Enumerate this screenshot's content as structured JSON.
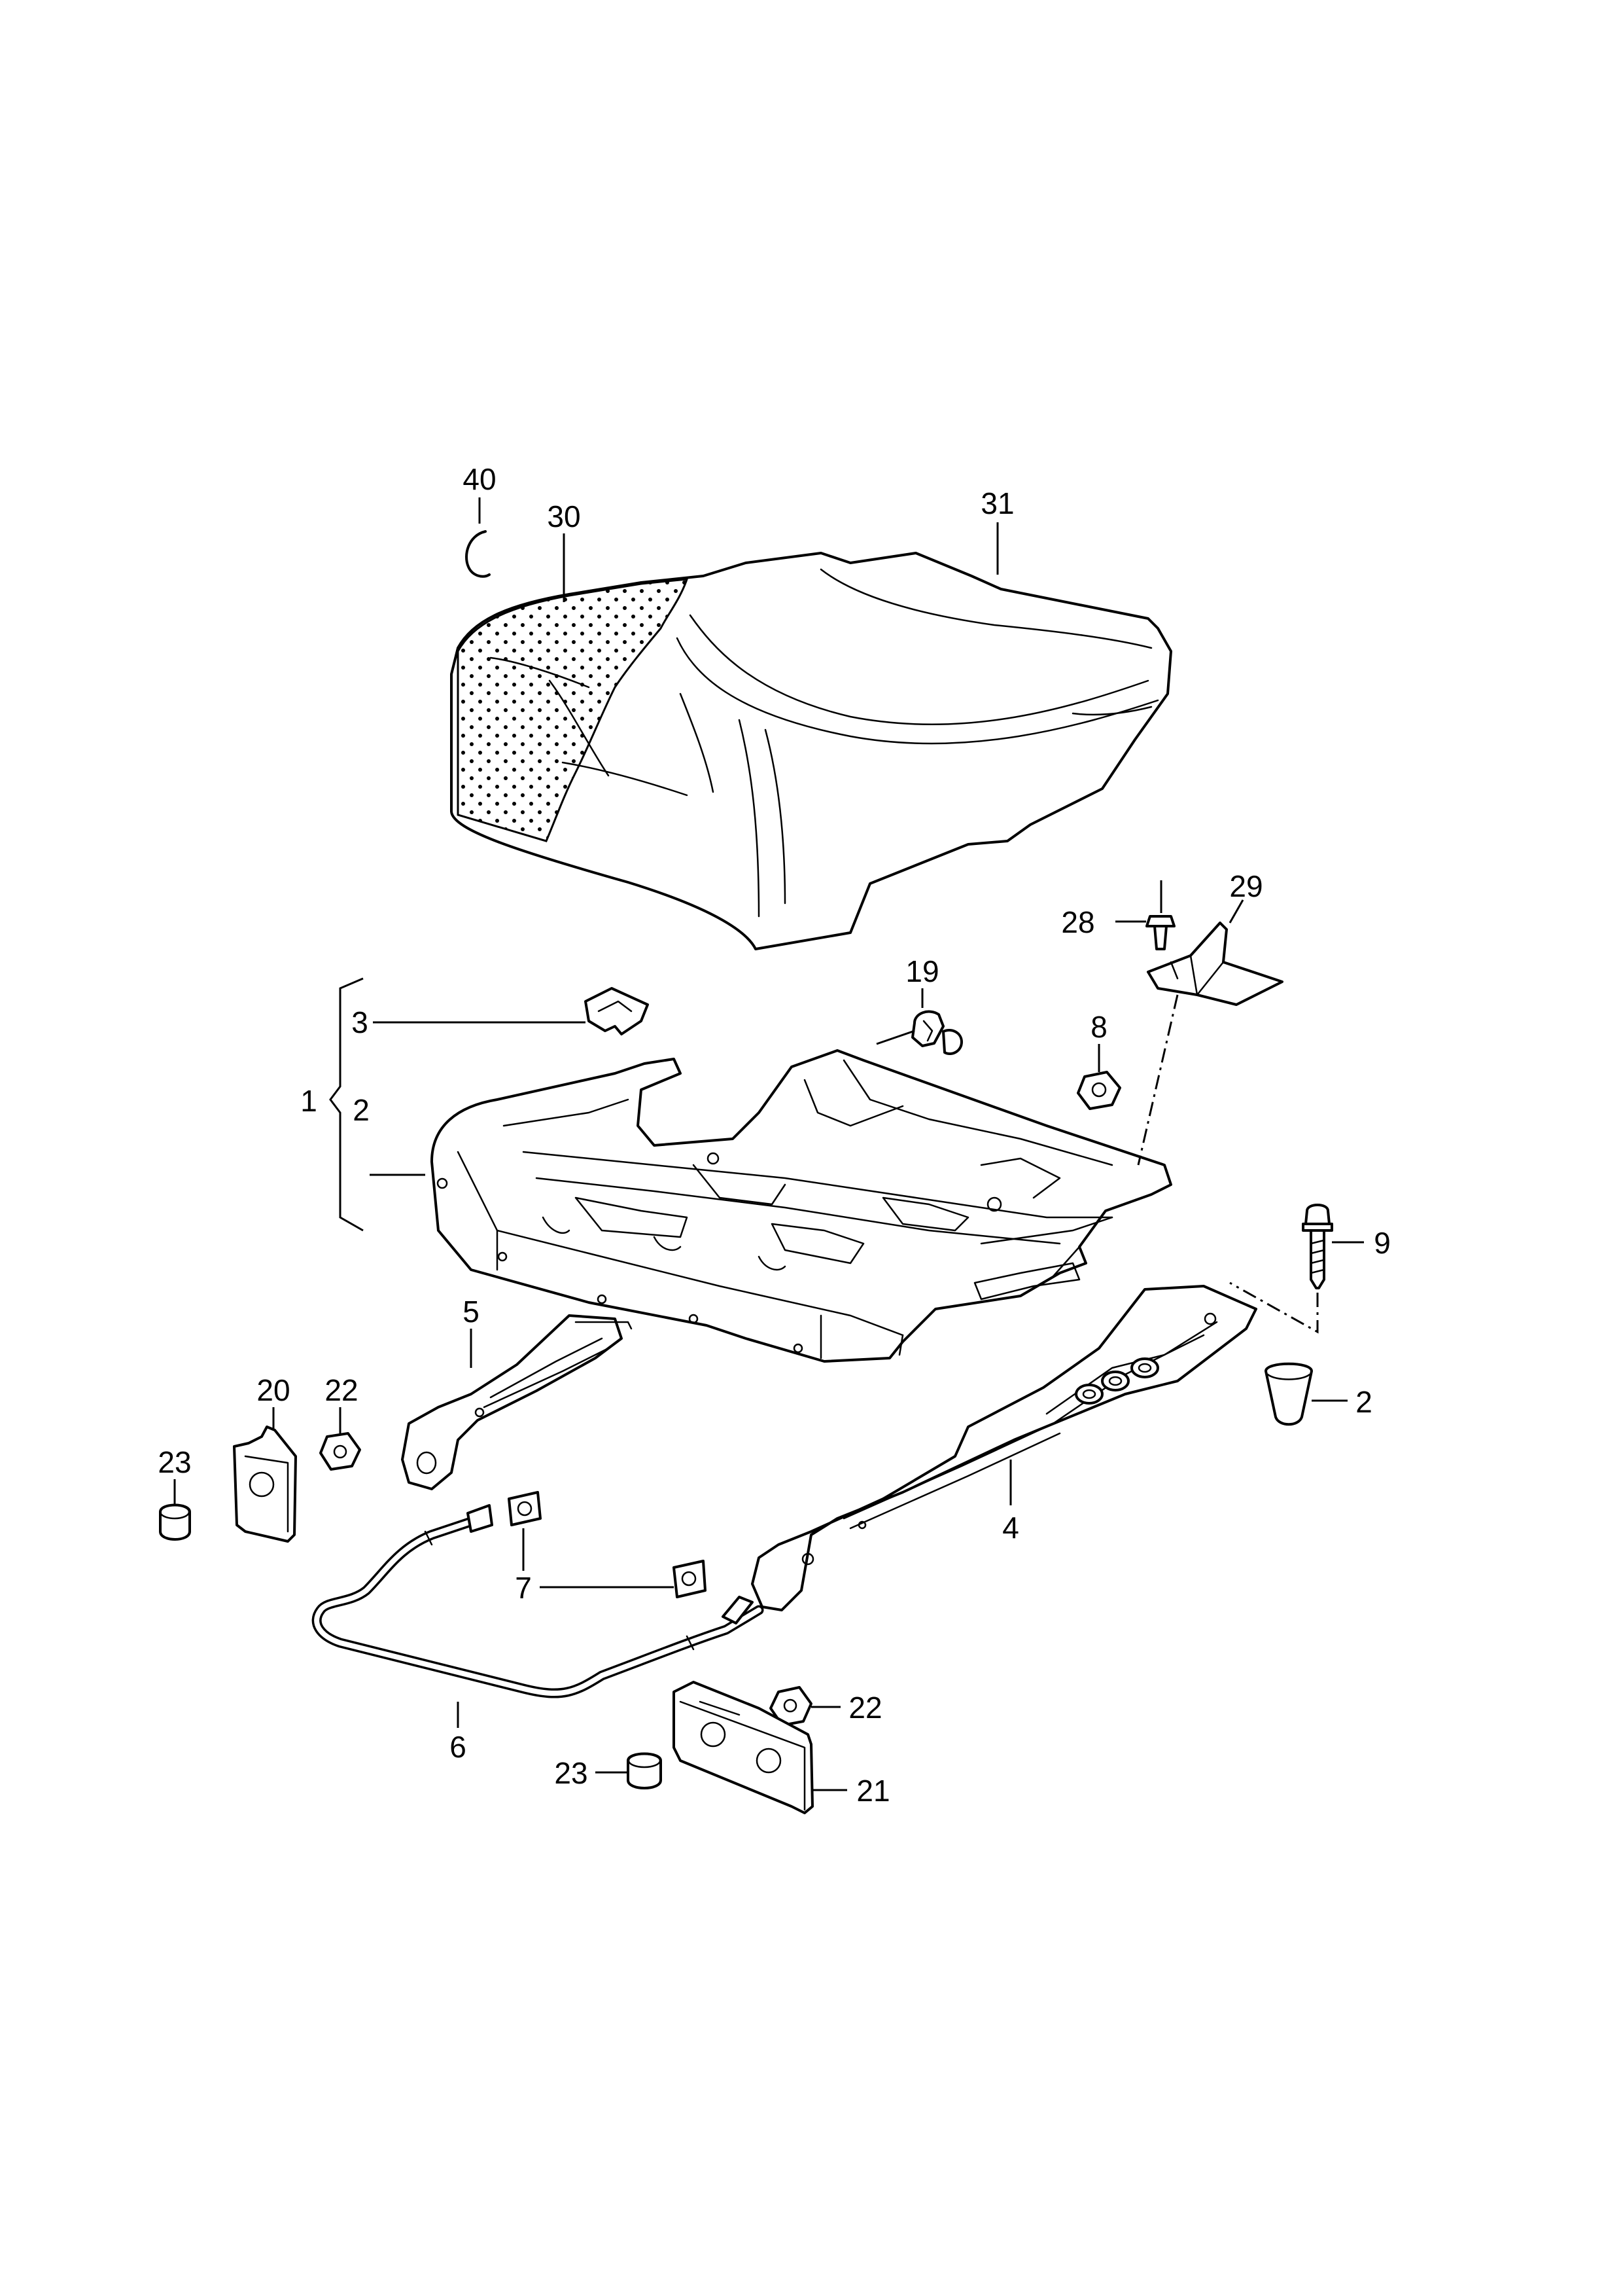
{
  "diagram": {
    "type": "exploded-parts-diagram",
    "callouts": [
      {
        "id": "c40",
        "label": "40"
      },
      {
        "id": "c30",
        "label": "30"
      },
      {
        "id": "c31",
        "label": "31"
      },
      {
        "id": "c29",
        "label": "29"
      },
      {
        "id": "c28",
        "label": "28"
      },
      {
        "id": "c19",
        "label": "19"
      },
      {
        "id": "c8",
        "label": "8"
      },
      {
        "id": "c3",
        "label": "3"
      },
      {
        "id": "c1",
        "label": "1"
      },
      {
        "id": "c2a",
        "label": "2"
      },
      {
        "id": "c9",
        "label": "9"
      },
      {
        "id": "c2b",
        "label": "2"
      },
      {
        "id": "c5",
        "label": "5"
      },
      {
        "id": "c20",
        "label": "20"
      },
      {
        "id": "c22a",
        "label": "22"
      },
      {
        "id": "c23a",
        "label": "23"
      },
      {
        "id": "c4",
        "label": "4"
      },
      {
        "id": "c7",
        "label": "7"
      },
      {
        "id": "c6",
        "label": "6"
      },
      {
        "id": "c22b",
        "label": "22"
      },
      {
        "id": "c23b",
        "label": "23"
      },
      {
        "id": "c21",
        "label": "21"
      }
    ]
  }
}
